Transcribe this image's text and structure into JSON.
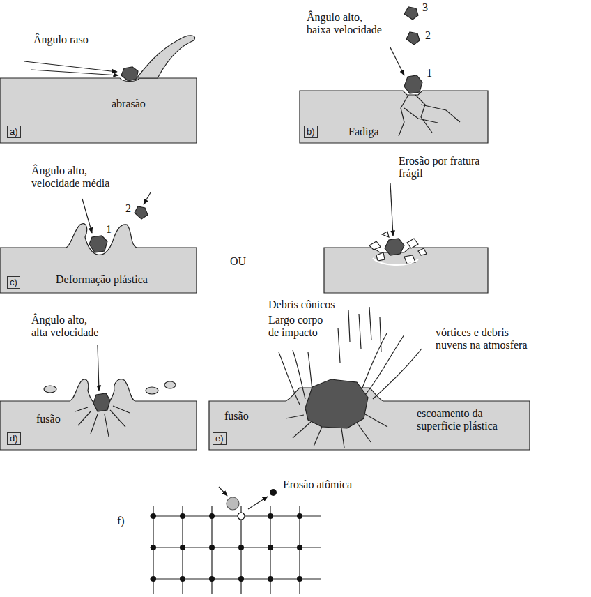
{
  "diagram": {
    "nodes": [
      {
        "text": [
          "a)"
        ]
      },
      {
        "text": [
          "b)"
        ]
      },
      {
        "text": [
          "c)"
        ]
      },
      {
        "text": [
          "d)"
        ]
      },
      {
        "text": [
          "e)"
        ]
      }
    ],
    "edges": [],
    "labels": [
      "Ângulo raso",
      "abrasão",
      "Ângulo alto, baixa velocidade",
      "3",
      "2",
      "1",
      "Fadiga",
      "Ângulo alto, velocidade média",
      "1",
      "2",
      "Deformação plástica",
      "OU",
      "Erosão por fratura frágil",
      "Ângulo alto, alta velocidade",
      "fusão",
      "Debris cônicos",
      "Largo corpo de impacto",
      "vórtices e debris nuvens na atmosfera",
      "fusão",
      "escoamento da superficie plástica",
      "Erosão atômica",
      "f)"
    ]
  }
}
